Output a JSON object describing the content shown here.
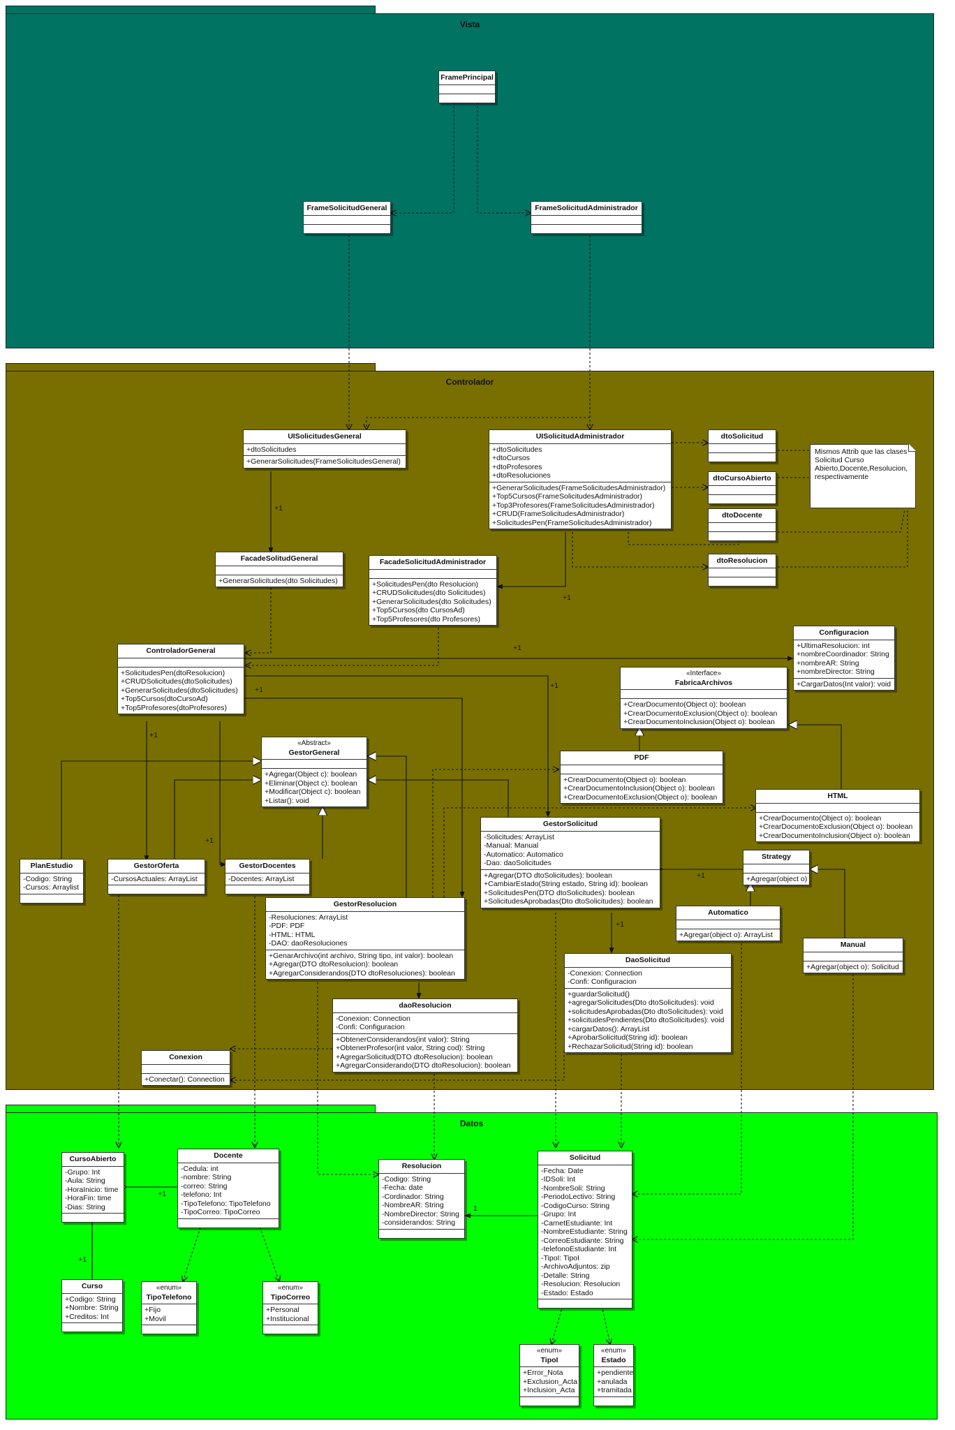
{
  "packages": {
    "vista": {
      "title": "Vista",
      "color": "#007362"
    },
    "controlador": {
      "title": "Controlador",
      "color": "#786f00"
    },
    "datos": {
      "title": "Datos",
      "color": "#00ff00"
    }
  },
  "classes": {
    "frame_principal": {
      "name": "FramePrincipal",
      "attributes": [],
      "methods": []
    },
    "frame_solicitud_general": {
      "name": "FrameSolicitudGeneral",
      "attributes": [],
      "methods": []
    },
    "frame_solicitud_administrador": {
      "name": "FrameSolicitudAdministrador",
      "attributes": [],
      "methods": []
    },
    "ui_solicitudes_general": {
      "name": "UISolicitudesGeneral",
      "attributes": [
        "+dtoSolicitudes"
      ],
      "methods": [
        "+GenerarSolicitudes(FrameSolicitudesGeneral)"
      ]
    },
    "ui_solicitud_administrador": {
      "name": "UISolicitudAdministrador",
      "attributes": [
        "+dtoSolicitudes",
        "+dtoCursos",
        "+dtoProfesores",
        "+dtoResoluciones"
      ],
      "methods": [
        "+GenerarSolicitudes(FrameSolicitudesAdministrador)",
        "+Top5Cursos(FrameSolicitudesAdministrador)",
        "+Top3Profesores(FrameSolicitudesAdministrador)",
        "+CRUD(FrameSolicitudesAdministrador)",
        "+SolicitudesPen(FrameSolicitudesAdministrador)"
      ]
    },
    "dto_solicitud": {
      "name": "dtoSolicitud",
      "attributes": [],
      "methods": []
    },
    "dto_curso_abierto": {
      "name": "dtoCursoAbierto",
      "attributes": [],
      "methods": []
    },
    "dto_docente": {
      "name": "dtoDocente",
      "attributes": [],
      "methods": []
    },
    "dto_resolucion": {
      "name": "dtoResolucion",
      "attributes": [],
      "methods": []
    },
    "facade_solicitud_general": {
      "name": "FacadeSolitudGeneral",
      "attributes": [],
      "methods": [
        "+GenerarSolicitudes(dto Solicitudes)"
      ]
    },
    "facade_solicitud_administrador": {
      "name": "FacadeSolicitudAdministrador",
      "attributes": [],
      "methods": [
        "+SolicitudesPen(dto Resolucion)",
        "+CRUDSolicitudes(dto Solicitudes)",
        "+GenerarSolicitudes(dto Solicitudes)",
        "+Top5Cursos(dto CursosAd)",
        "+Top5Profesores(dto Profesores)"
      ]
    },
    "controlador_general": {
      "name": "ControladorGeneral",
      "attributes": [],
      "methods": [
        "+SolicitudesPen(dtoResolucion)",
        "+CRUDSolicitudes(dtoSolicitudes)",
        "+GenerarSolicitudes(dtoSolicitudes)",
        "+Top5Cursos(dtoCursoAd)",
        "+Top5Profesores(dtoProfesores)"
      ]
    },
    "configuracion": {
      "name": "Configuracion",
      "attributes": [
        "+UltimaResolucion: int",
        "+nombreCoordinador: String",
        "+nombreAR: String",
        "+nombreDirector: String"
      ],
      "methods": [
        "+CargarDatos(Int valor): void"
      ]
    },
    "fabrica_archivos": {
      "stereotype": "«Interface»",
      "name": "FabricaArchivos",
      "attributes": [],
      "methods": [
        "+CrearDocumento(Object o): boolean",
        "+CrearDocumentoExclusion(Object o): boolean",
        "+CrearDocumentoInclusion(Object o): boolean"
      ]
    },
    "gestor_general": {
      "stereotype": "«Abstract»",
      "name": "GestorGeneral",
      "attributes": [],
      "methods": [
        "+Agregar(Object c): boolean",
        "+Eliminar(Object c): boolean",
        "+Modificar(Object c): boolean",
        "+Listar(): void"
      ]
    },
    "pdf": {
      "name": "PDF",
      "attributes": [],
      "methods": [
        "+CrearDocumento(Object o): boolean",
        "+CrearDocumentoInclusion(Object o): boolean",
        "+CrearDocumentoExclusion(Object o): boolean"
      ]
    },
    "html": {
      "name": "HTML",
      "attributes": [],
      "methods": [
        "+CrearDocumento(Object o): boolean",
        "+CrearDocumentoExclusion(Object o): boolean",
        "+CrearDocumentoInclusion(Object o): boolean"
      ]
    },
    "plan_estudio": {
      "name": "PlanEstudio",
      "attributes": [
        "-Codigo: String",
        "-Cursos: Arraylist"
      ],
      "methods": []
    },
    "gestor_oferta": {
      "name": "GestorOferta",
      "attributes": [
        "-CursosActuales: ArrayList"
      ],
      "methods": []
    },
    "gestor_docentes": {
      "name": "GestorDocentes",
      "attributes": [
        "-Docentes: ArrayList"
      ],
      "methods": []
    },
    "gestor_solicitud": {
      "name": "GestorSolicitud",
      "attributes": [
        "-Solicitudes: ArrayList",
        "-Manual: Manual",
        "-Automatico: Automatico",
        "-Dao: daoSolicitudes"
      ],
      "methods": [
        "+Agregar(DTO dtoSolicitudes): boolean",
        "+CambiarEstado(String estado, String id): boolean",
        "+SolicitudesPen(DTO dtoSolicitudes): boolean",
        "+SolicitudesAprobadas(Dto dtoSolicitudes): boolean"
      ]
    },
    "strategy": {
      "name": "Strategy",
      "attributes": [],
      "methods": [
        "+Agregar(object o)"
      ]
    },
    "automatico": {
      "name": "Automatico",
      "attributes": [],
      "methods": [
        "+Agregar(object o): ArrayList"
      ]
    },
    "manual": {
      "name": "Manual",
      "attributes": [],
      "methods": [
        "+Agregar(object o): Solicitud"
      ]
    },
    "gestor_resolucion": {
      "name": "GestorResolucion",
      "attributes": [
        "-Resoluciones: ArrayList",
        "-PDF: PDF",
        "-HTML: HTML",
        "-DAO: daoResoluciones"
      ],
      "methods": [
        "+GenarArchivo(int archivo, String tipo, int valor): boolean",
        "+Agregar(DTO dtoResolucion): boolean",
        "+AgregarConsiderandos(DTO dtoResoluciones): boolean"
      ]
    },
    "dao_solicitud": {
      "name": "DaoSolicitud",
      "attributes": [
        "-Conexion: Connection",
        "-Confi: Configuracion"
      ],
      "methods": [
        "+guardarSolicitud()",
        "+agregarSolicitudes(Dto dtoSolicitudes): void",
        "+solicitudesAprobadas(Dto dtoSolicitudes): void",
        "+solicitudesPendientes(Dto dtoSolicitudes): void",
        "+cargarDatos(): ArrayList",
        "+AprobarSolicitud(String id): boolean",
        "+RechazarSolicitud(String id): boolean"
      ]
    },
    "dao_resolucion": {
      "name": "daoResolucion",
      "attributes": [
        "-Conexion: Connection",
        "-Confi: Configuracion"
      ],
      "methods": [
        "+ObtenerConsiderandos(int valor): String",
        "+ObtenerProfesor(int valor, String cod): String",
        "+AgregarSolicitud(DTO dtoResolucion): boolean",
        "+AgregarConsiderando(DTO dtoResolucion): boolean"
      ]
    },
    "conexion": {
      "name": "Conexion",
      "attributes": [],
      "methods": [
        "+Conectar(): Connection"
      ]
    },
    "curso_abierto": {
      "name": "CursoAbierto",
      "attributes": [
        "-Grupo: Int",
        "-Aula: String",
        "-HoraInicio: time",
        "-HoraFin: time",
        "-Dias: String"
      ],
      "methods": []
    },
    "docente": {
      "name": "Docente",
      "attributes": [
        "-Cedula: int",
        "-nombre: String",
        "-correo: String",
        "-telefono: Int",
        "-TipoTelefono: TipoTelefono",
        "-TipoCorreo: TipoCorreo"
      ],
      "methods": []
    },
    "resolucion": {
      "name": "Resolucion",
      "attributes": [
        "-Codigo: String",
        "-Fecha: date",
        "-Cordinador: String",
        "-NombreAR: String",
        "-NombreDirector: String",
        "-considerandos: String"
      ],
      "methods": []
    },
    "solicitud": {
      "name": "Solicitud",
      "attributes": [
        "-Fecha: Date",
        "-IDSoli: Int",
        "-NombreSoli: String",
        "-PeriodoLectivo: String",
        "-CodigoCurso: String",
        "-Grupo: Int",
        "-CarnetEstudiante: Int",
        "-NombreEstudiante: String",
        "-CorreoEstudiante: String",
        "-telefonoEstudiante: Int",
        "-TipoI: TipoI",
        "-ArchivoAdjuntos: zip",
        "-Detalle: String",
        "-Resolucion: Resolucion",
        "-Estado: Estado"
      ],
      "methods": []
    },
    "curso": {
      "name": "Curso",
      "attributes": [
        "+Codigo: String",
        "+Nombre: String",
        "+Creditos: Int"
      ],
      "methods": []
    },
    "tipo_telefono": {
      "stereotype": "«enum»",
      "name": "TipoTelefono",
      "attributes": [
        "+Fijo",
        "+Movil"
      ],
      "methods": []
    },
    "tipo_correo": {
      "stereotype": "«enum»",
      "name": "TipoCorreo",
      "attributes": [
        "+Personal",
        "+Institucional"
      ],
      "methods": []
    },
    "tipo_i": {
      "stereotype": "«enum»",
      "name": "TipoI",
      "attributes": [
        "+Error_Nota",
        "+Exclusion_Acta",
        "+Inclusion_Acta"
      ],
      "methods": []
    },
    "estado": {
      "stereotype": "«enum»",
      "name": "Estado",
      "attributes": [
        "+pendiente",
        "+anulada",
        "+tramitada"
      ],
      "methods": []
    }
  },
  "note": {
    "text": "Mismos Attrib que las clases Solicitud Curso Abierto,Docente,Resolucion, respectivamente"
  },
  "multiplicities": {
    "m1": "+1",
    "m2": "+1",
    "m3": "+1",
    "m4": "+1",
    "m5": "+1",
    "m6": "+1",
    "m7": "+1",
    "m8": "+1",
    "m9": "+1",
    "m10": "+1",
    "m11": "1"
  }
}
